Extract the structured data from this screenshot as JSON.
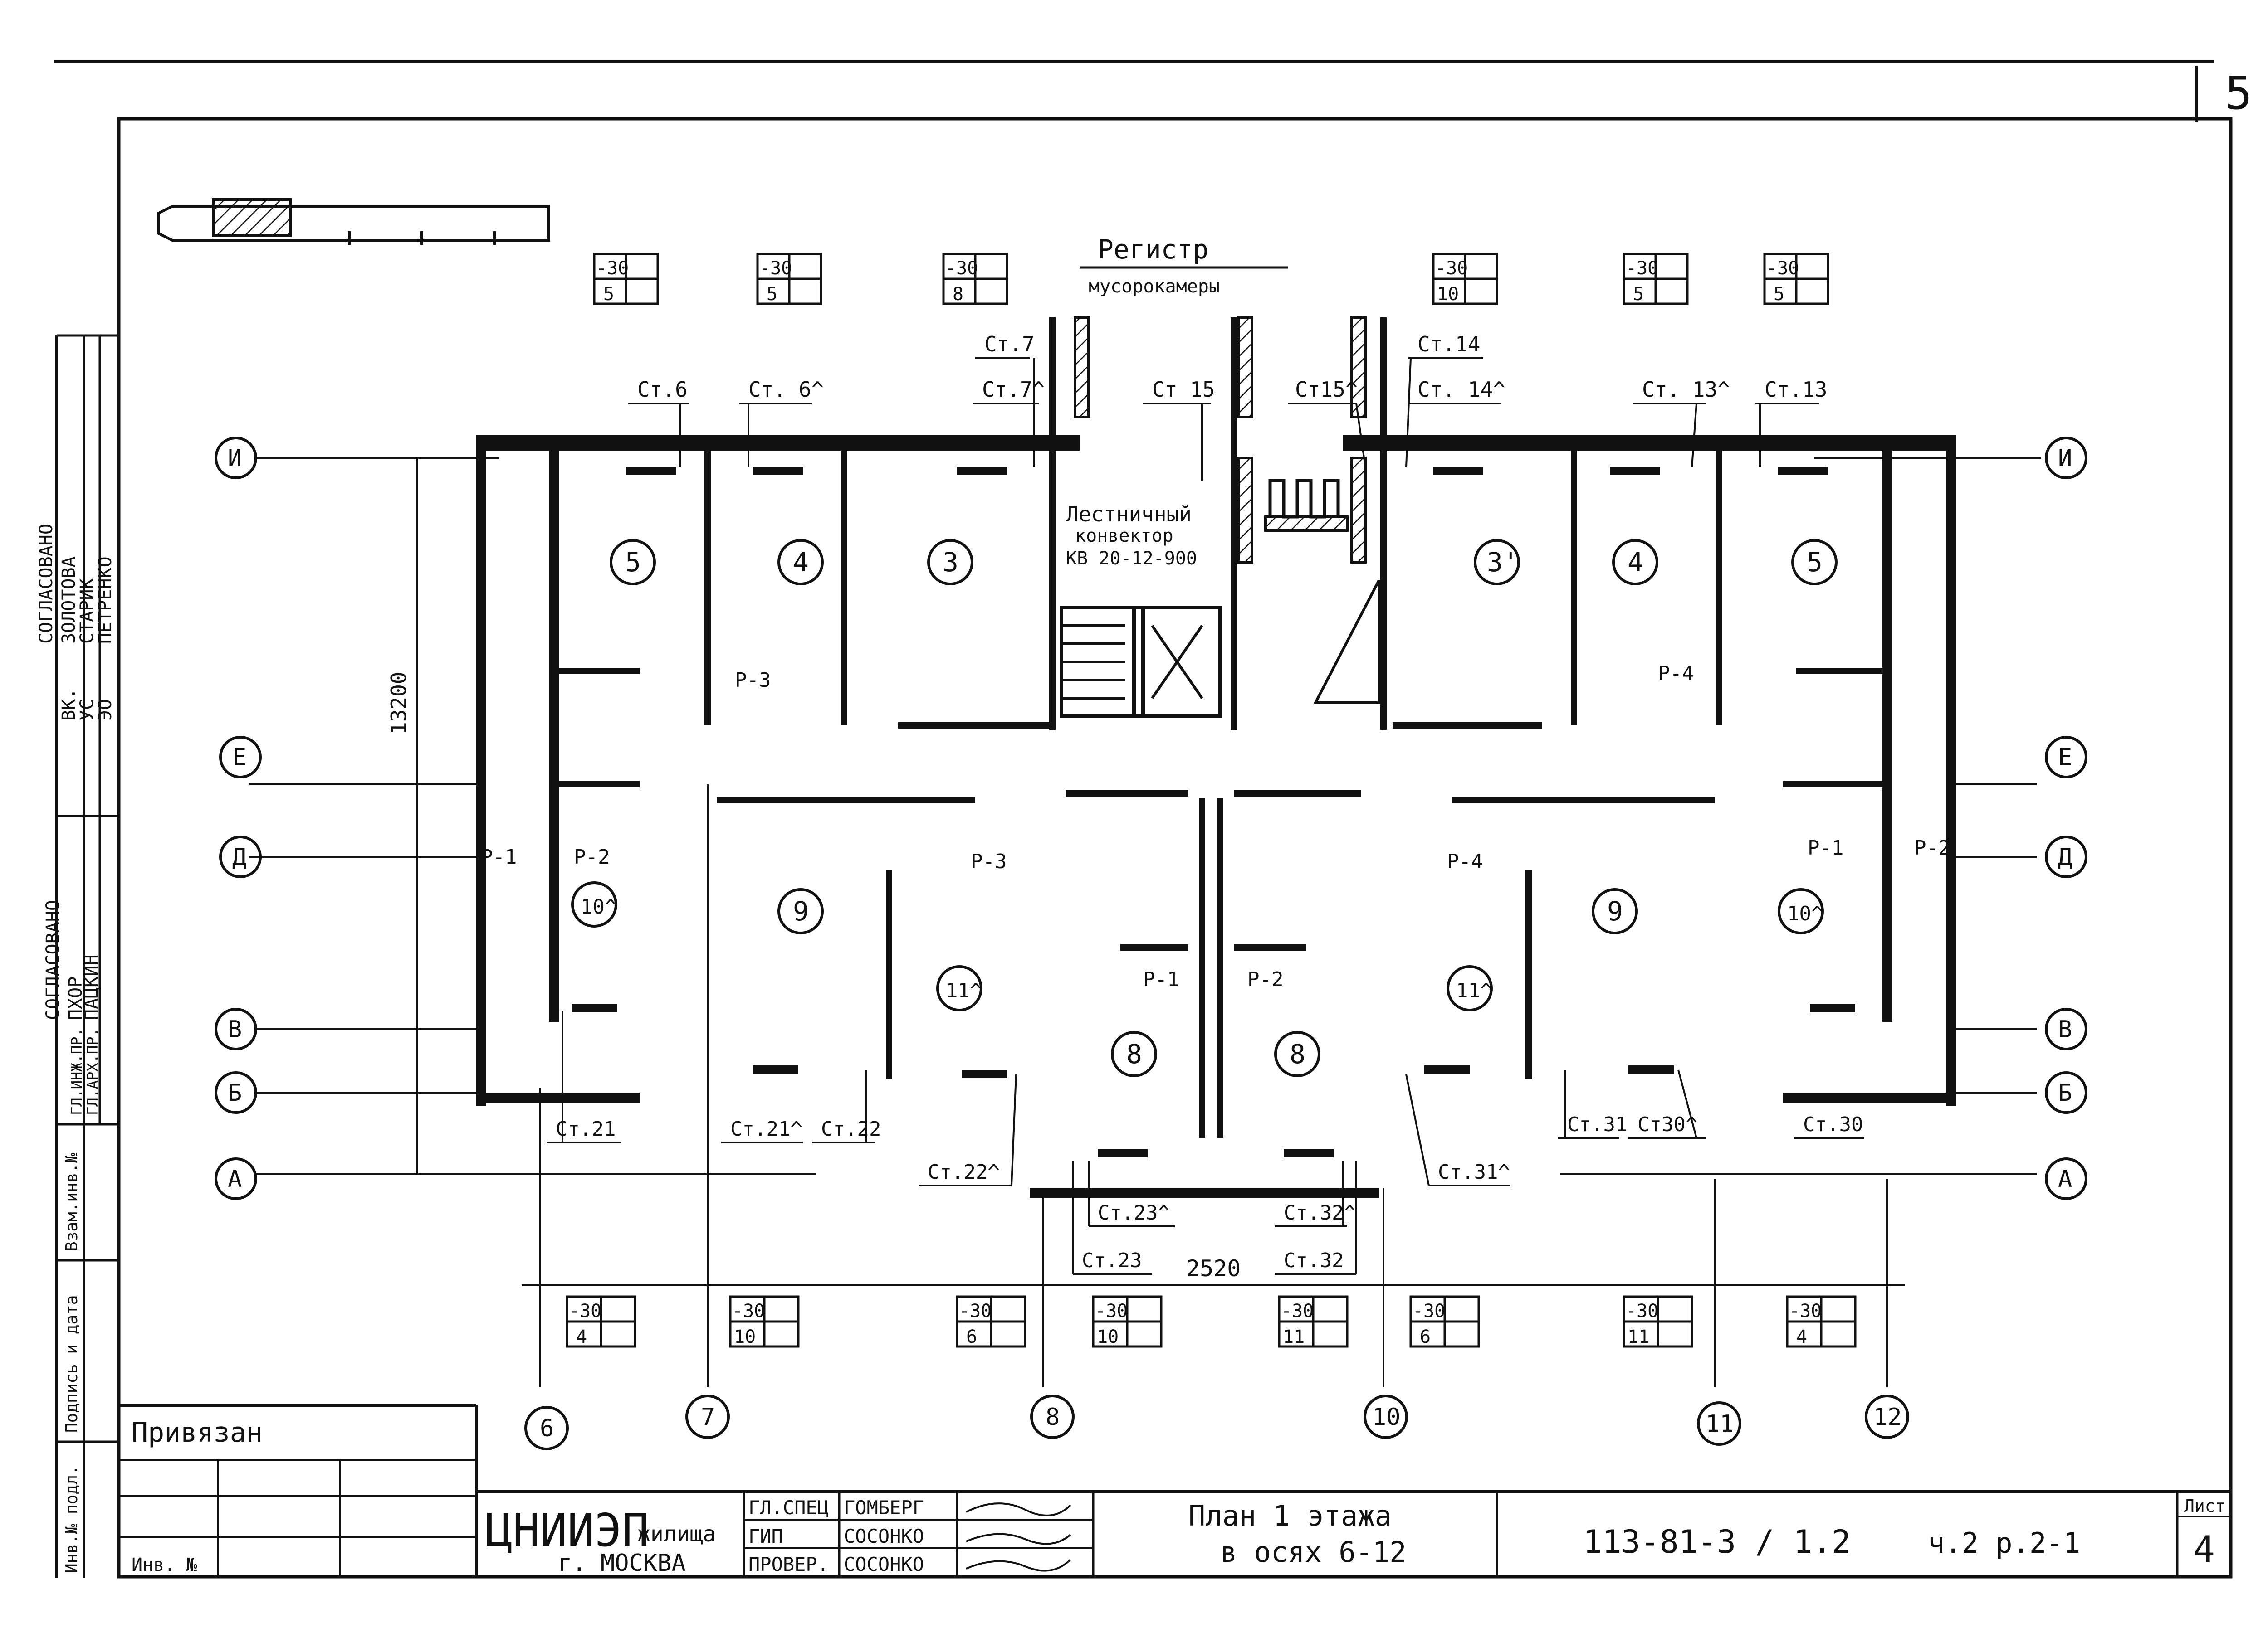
{
  "sheet_number": "5",
  "header": {
    "register_label": "Регистр",
    "register_sub": "мусорокамеры",
    "stair_label_1": "Лестничный",
    "stair_label_2": "конвектор",
    "stair_label_3": "КВ 20-12-900"
  },
  "area_dimension": "13200",
  "bottom_dimension": "2520",
  "rooms": [
    {
      "num": "5"
    },
    {
      "num": "4"
    },
    {
      "num": "3"
    },
    {
      "num": "3'"
    },
    {
      "num": "4"
    },
    {
      "num": "5"
    },
    {
      "num": "10^"
    },
    {
      "num": "9"
    },
    {
      "num": "11^"
    },
    {
      "num": "8"
    },
    {
      "num": "8"
    },
    {
      "num": "11^"
    },
    {
      "num": "9"
    },
    {
      "num": "10^"
    }
  ],
  "risers_top": [
    "Ст.6",
    "Ст. 6^",
    "Ст.7",
    "Ст.7^",
    "Ст 15",
    "Ст15^",
    "Ст.14",
    "Ст. 14^",
    "Ст. 13^",
    "Ст.13"
  ],
  "risers_bottom": [
    "Ст.21",
    "Ст.21^",
    "Ст.22",
    "Ст.22^",
    "Ст.23^",
    "Ст.23",
    "Ст.32^",
    "Ст.32",
    "Ст.31^",
    "Ст.31",
    "Ст30^",
    "Ст.30"
  ],
  "r_labels": [
    "Р-3",
    "Р-4",
    "Р-1",
    "Р-2",
    "Р-3",
    "Р-1",
    "Р-2",
    "Р-4",
    "Р-1",
    "Р-2"
  ],
  "axes_rows": [
    "И",
    "Е",
    "Д",
    "В",
    "Б",
    "А"
  ],
  "axes_cols": [
    "6",
    "7",
    "8",
    "10",
    "11",
    "12"
  ],
  "temp_top": [
    {
      "t": "-30",
      "n": "5"
    },
    {
      "t": "-30",
      "n": "5"
    },
    {
      "t": "-30",
      "n": "8"
    },
    {
      "t": "-30",
      "n": "10"
    },
    {
      "t": "-30",
      "n": "5"
    },
    {
      "t": "-30",
      "n": "5"
    }
  ],
  "temp_bottom": [
    {
      "t": "-30",
      "n": "4"
    },
    {
      "t": "-30",
      "n": "10"
    },
    {
      "t": "-30",
      "n": "6"
    },
    {
      "t": "-30",
      "n": "10"
    },
    {
      "t": "-30",
      "n": "11"
    },
    {
      "t": "-30",
      "n": "6"
    },
    {
      "t": "-30",
      "n": "11"
    },
    {
      "t": "-30",
      "n": "4"
    }
  ],
  "left_strip": {
    "title": "СОГЛАСОВАНО",
    "rows": [
      {
        "dept": "ВК.",
        "name": "ЗОЛОТОВА"
      },
      {
        "dept": "УС",
        "name": "СТАРИК"
      },
      {
        "dept": "ЭО",
        "name": "ПЕТРЕНКО"
      }
    ],
    "title2": "СОГЛАСОВАНО",
    "rows2": [
      {
        "dept": "ГЛ.ИНЖ.ПР.",
        "name": "ПХОР"
      },
      {
        "dept": "ГЛ.АРХ.ПР.",
        "name": "ПАЦКИН"
      }
    ],
    "fields": [
      "Взам.инв.№",
      "Подпись и дата",
      "Инв.№ подл."
    ]
  },
  "title_block": {
    "privyazan": "Привязан",
    "inv": "Инв. №",
    "org_main": "ЦНИИЭП",
    "org_suffix": "жилища",
    "city": "г. МОСКВА",
    "roles": [
      "ГЛ.СПЕЦ",
      "ГИП",
      "ПРОВЕР."
    ],
    "names": [
      "ГОМБЕРГ",
      "СОСОНКО",
      "СОСОНКО"
    ],
    "title_line1": "План 1 этажа",
    "title_line2": "в осях 6-12",
    "code": "113-81-3 / 1.2",
    "part": "ч.2 р.2-1",
    "sheet_label": "Лист",
    "sheet_no": "4"
  }
}
